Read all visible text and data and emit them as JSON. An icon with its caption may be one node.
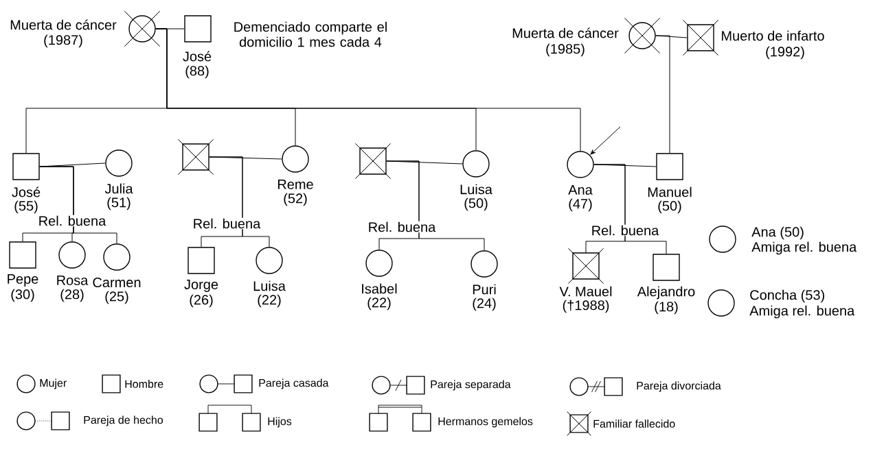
{
  "diagram": {
    "nodes": [
      {
        "text": [],
        "shape": "crossed-circle",
        "beside": [
          "Muerta de cáncer",
          "(1987)"
        ]
      },
      {
        "text": [],
        "shape": "box",
        "beside": [
          "José",
          "(88)",
          "Demenciado comparte el domicilio 1 mes cada 4"
        ]
      },
      {
        "text": [],
        "shape": "crossed-circle",
        "beside": [
          "Muerta de cáncer",
          "(1985)"
        ]
      },
      {
        "text": [],
        "shape": "crossed-box",
        "beside": [
          "Muerto de infarto",
          "(1992)"
        ]
      },
      {
        "text": [],
        "shape": "box",
        "beside": [
          "José",
          "(55)"
        ]
      },
      {
        "text": [],
        "shape": "circle",
        "beside": [
          "Julia",
          "(51)"
        ]
      },
      {
        "text": [],
        "shape": "crossed-box"
      },
      {
        "text": [],
        "shape": "circle",
        "beside": [
          "Reme",
          "(52)"
        ]
      },
      {
        "text": [],
        "shape": "crossed-box"
      },
      {
        "text": [],
        "shape": "circle",
        "beside": [
          "Luisa",
          "(50)"
        ]
      },
      {
        "text": [],
        "shape": "circle",
        "beside": [
          "Ana",
          "(47)"
        ]
      },
      {
        "text": [],
        "shape": "box",
        "beside": [
          "Manuel",
          "(50)"
        ]
      },
      {
        "text": [],
        "shape": "box",
        "beside": [
          "Pepe",
          "(30)"
        ]
      },
      {
        "text": [],
        "shape": "circle",
        "beside": [
          "Rosa",
          "(28)"
        ]
      },
      {
        "text": [],
        "shape": "circle",
        "beside": [
          "Carmen",
          "(25)"
        ]
      },
      {
        "text": [],
        "shape": "box",
        "beside": [
          "Jorge",
          "(26)"
        ]
      },
      {
        "text": [],
        "shape": "circle",
        "beside": [
          "Luisa",
          "(22)"
        ]
      },
      {
        "text": [],
        "shape": "circle",
        "beside": [
          "Isabel",
          "(22)"
        ]
      },
      {
        "text": [],
        "shape": "circle",
        "beside": [
          "Puri",
          "(24)"
        ]
      },
      {
        "text": [],
        "shape": "crossed-box",
        "beside": [
          "V. Mauel",
          "(†1988)"
        ]
      },
      {
        "text": [],
        "shape": "box",
        "beside": [
          "Alejandro",
          "(18)"
        ]
      },
      {
        "text": [],
        "shape": "circle",
        "beside": [
          "Ana (50)",
          "Amiga rel. buena"
        ]
      },
      {
        "text": [],
        "shape": "circle",
        "beside": [
          "Concha (53)",
          "Amiga rel. buena"
        ]
      }
    ],
    "edges": [
      {
        "from": 0,
        "to": 1,
        "arrow": "none"
      },
      {
        "from": 0,
        "to": 4,
        "arrow": "none"
      },
      {
        "from": 0,
        "to": 7,
        "arrow": "none"
      },
      {
        "from": 0,
        "to": 9,
        "arrow": "none"
      },
      {
        "from": 0,
        "to": 10,
        "arrow": "none"
      },
      {
        "from": 2,
        "to": 3,
        "arrow": "none"
      },
      {
        "from": 2,
        "to": 11,
        "arrow": "none"
      },
      {
        "from": 4,
        "to": 5,
        "arrow": "none"
      },
      {
        "from": 4,
        "to": 12,
        "arrow": "none"
      },
      {
        "from": 4,
        "to": 13,
        "arrow": "none"
      },
      {
        "from": 4,
        "to": 14,
        "arrow": "none"
      },
      {
        "from": 6,
        "to": 7,
        "arrow": "none"
      },
      {
        "from": 6,
        "to": 15,
        "arrow": "none"
      },
      {
        "from": 6,
        "to": 16,
        "arrow": "none"
      },
      {
        "from": 8,
        "to": 9,
        "arrow": "none"
      },
      {
        "from": 8,
        "to": 17,
        "arrow": "none"
      },
      {
        "from": 8,
        "to": 18,
        "arrow": "none"
      },
      {
        "from": 10,
        "to": 11,
        "arrow": "none"
      },
      {
        "from": 10,
        "to": 19,
        "arrow": "none"
      },
      {
        "from": 10,
        "to": 20,
        "arrow": "none"
      },
      {
        "from": null,
        "to": 10,
        "arrow": "to"
      }
    ],
    "labels": [
      "Rel. buena",
      "Rel. buena",
      "Rel. buena",
      "Rel. buena"
    ],
    "legend": [
      {
        "text": "Mujer"
      },
      {
        "text": "Hombre"
      },
      {
        "text": "Pareja casada"
      },
      {
        "text": "Pareja separada"
      },
      {
        "text": "Pareja divorciada"
      },
      {
        "text": "Pareja de hecho"
      },
      {
        "text": "Hijos"
      },
      {
        "text": "Hermanos gemelos"
      },
      {
        "text": "Familiar fallecido"
      }
    ]
  }
}
